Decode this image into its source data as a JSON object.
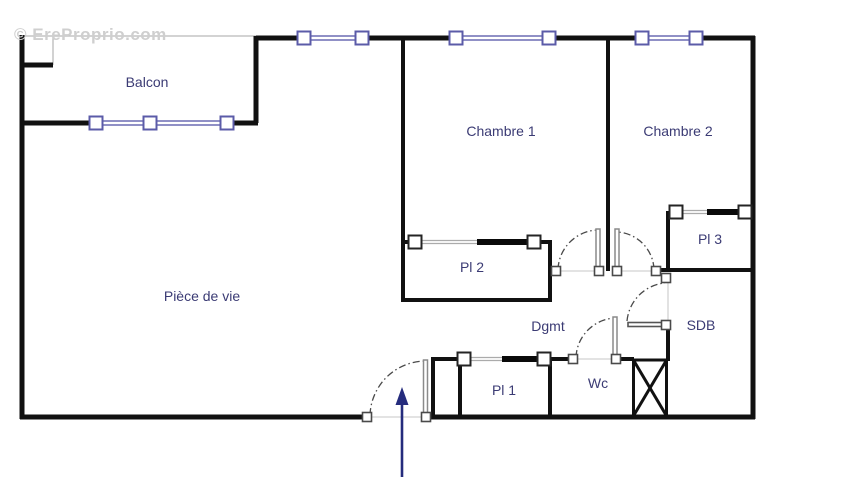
{
  "watermark": {
    "text": "© EreProprio.com"
  },
  "plan": {
    "rooms": [
      {
        "id": "balcon",
        "label": "Balcon"
      },
      {
        "id": "piece-de-vie",
        "label": "Pièce de vie"
      },
      {
        "id": "chambre-1",
        "label": "Chambre 1"
      },
      {
        "id": "chambre-2",
        "label": "Chambre 2"
      },
      {
        "id": "pl-2",
        "label": "Pl 2"
      },
      {
        "id": "pl-3",
        "label": "Pl 3"
      },
      {
        "id": "pl-1",
        "label": "Pl 1"
      },
      {
        "id": "dgmt",
        "label": "Dgmt"
      },
      {
        "id": "sdb",
        "label": "SDB"
      },
      {
        "id": "wc",
        "label": "Wc"
      }
    ],
    "colors": {
      "wall": "#111111",
      "window": "#5b5ba8",
      "room_label": "#3b3b74",
      "entrance_arrow": "#252c7d",
      "door_leaf": "#8a8a8a",
      "threshold": "#d2d2d2",
      "watermark": "#cfcfcf"
    },
    "icons": {
      "entrance_arrow": "arrow-up",
      "duct": "crossed-box",
      "door": "quarter-arc-swing",
      "window": "double-rail-with-posts"
    }
  }
}
